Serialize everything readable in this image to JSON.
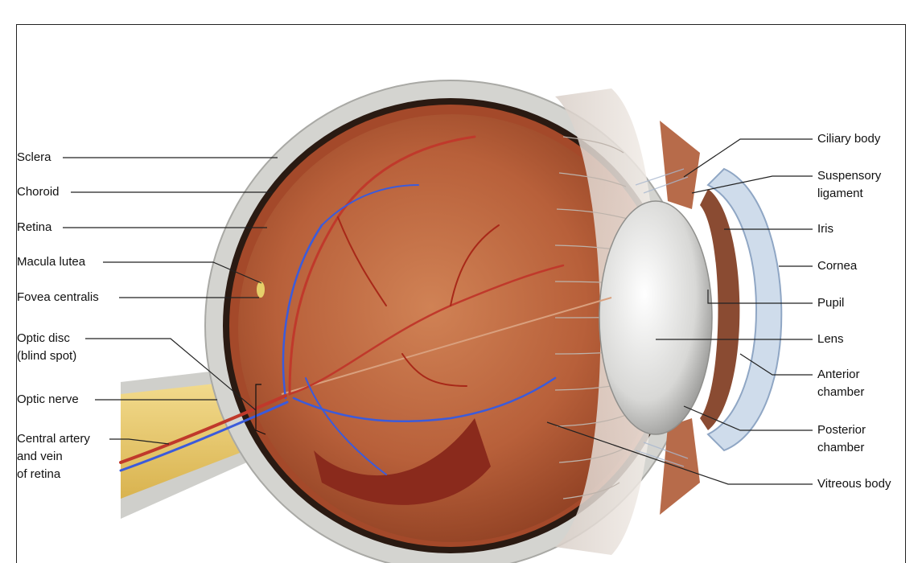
{
  "labels_left": {
    "sclera": "Sclera",
    "choroid": "Choroid",
    "retina": "Retina",
    "macula_lutea": "Macula lutea",
    "fovea_centralis": "Fovea centralis",
    "optic_disc": "Optic disc\n(blind spot)",
    "optic_nerve": "Optic nerve",
    "central_artery_vein": "Central artery\nand vein\nof retina"
  },
  "labels_right": {
    "ciliary_body": "Ciliary body",
    "suspensory_ligament": "Suspensory\nligament",
    "iris": "Iris",
    "cornea": "Cornea",
    "pupil": "Pupil",
    "lens": "Lens",
    "anterior_chamber": "Anterior\nchamber",
    "posterior_chamber": "Posterior\nchamber",
    "vitreous_body": "Vitreous body"
  },
  "colors": {
    "sclera": "#d9d9d6",
    "choroid": "#2a1a12",
    "retina": "#b5532b",
    "vitreous": "#c06a3f",
    "lens": "#e8e8e6",
    "cornea": "#cfdceb",
    "iris": "#8a4b32",
    "optic_nerve": "#e8c86a",
    "artery": "#c0392b",
    "vein": "#3b5bdb"
  }
}
